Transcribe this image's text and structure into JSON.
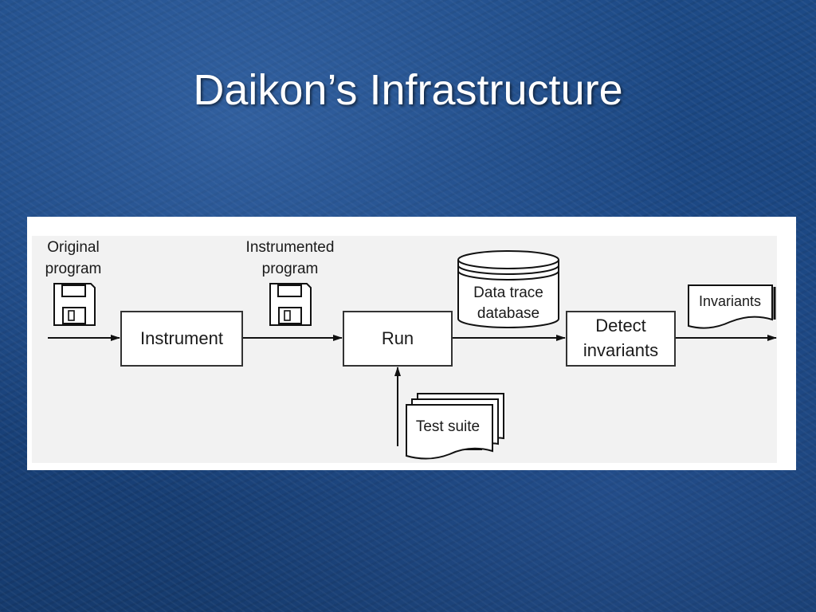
{
  "slide": {
    "title": "Daikon’s Infrastructure"
  },
  "diagram": {
    "original_program": [
      "Original",
      "program"
    ],
    "instrumented_program": [
      "Instrumented",
      "program"
    ],
    "instrument_box": "Instrument",
    "run_box": "Run",
    "data_trace_database": [
      "Data trace",
      "database"
    ],
    "detect_box": [
      "Detect",
      "invariants"
    ],
    "invariants_doc": "Invariants",
    "test_suite_doc": "Test suite"
  }
}
